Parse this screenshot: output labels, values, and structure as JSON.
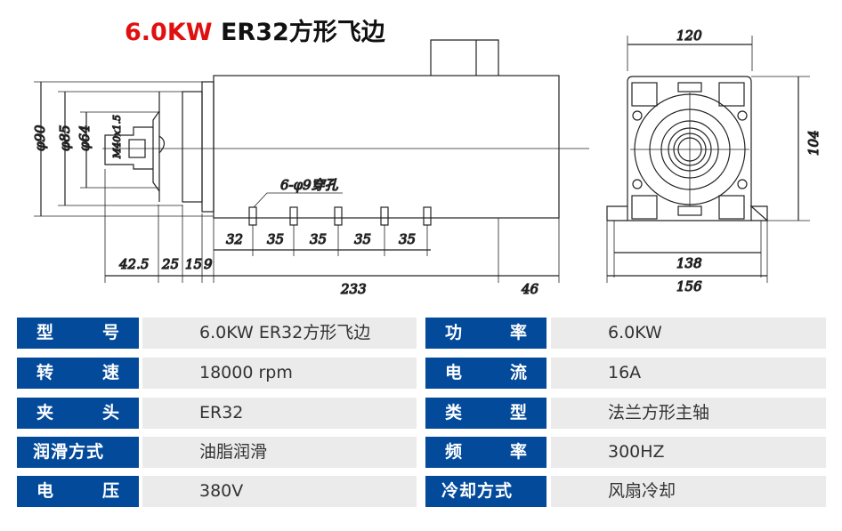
{
  "title": {
    "power": "6.0KW",
    "rest": "ER32方形飞边"
  },
  "drawing": {
    "side_view": {
      "diameters": [
        "φ90",
        "φ85",
        "φ64",
        "M40x1.5"
      ],
      "hole_note": "6-φ9穿孔",
      "hole_spacing": [
        "32",
        "35",
        "35",
        "35",
        "35"
      ],
      "front_lengths": [
        "42.5",
        "25",
        "15",
        "9"
      ],
      "body_length": "233",
      "rear_length": "46"
    },
    "end_view": {
      "width_top": "120",
      "height": "104",
      "base_inner": "138",
      "base_outer": "156"
    }
  },
  "colors": {
    "label_bg": "#034a9b",
    "value_bg": "#ebebeb",
    "accent": "#e01010"
  },
  "specs": [
    {
      "left": {
        "label": [
          "型",
          "号"
        ],
        "value": "6.0KW ER32方形飞边"
      },
      "right": {
        "label": [
          "功",
          "率"
        ],
        "value": "6.0KW"
      }
    },
    {
      "left": {
        "label": [
          "转",
          "速"
        ],
        "value": "18000 rpm"
      },
      "right": {
        "label": [
          "电",
          "流"
        ],
        "value": "16A"
      }
    },
    {
      "left": {
        "label": [
          "夹",
          "头"
        ],
        "value": "ER32"
      },
      "right": {
        "label": [
          "类",
          "型"
        ],
        "value": "法兰方形主轴"
      }
    },
    {
      "left": {
        "label": [
          "润滑方式"
        ],
        "value": "油脂润滑"
      },
      "right": {
        "label": [
          "频",
          "率"
        ],
        "value": "300HZ"
      }
    },
    {
      "left": {
        "label": [
          "电",
          "压"
        ],
        "value": "380V"
      },
      "right": {
        "label": [
          "冷却方式"
        ],
        "value": "风扇冷却"
      }
    }
  ]
}
